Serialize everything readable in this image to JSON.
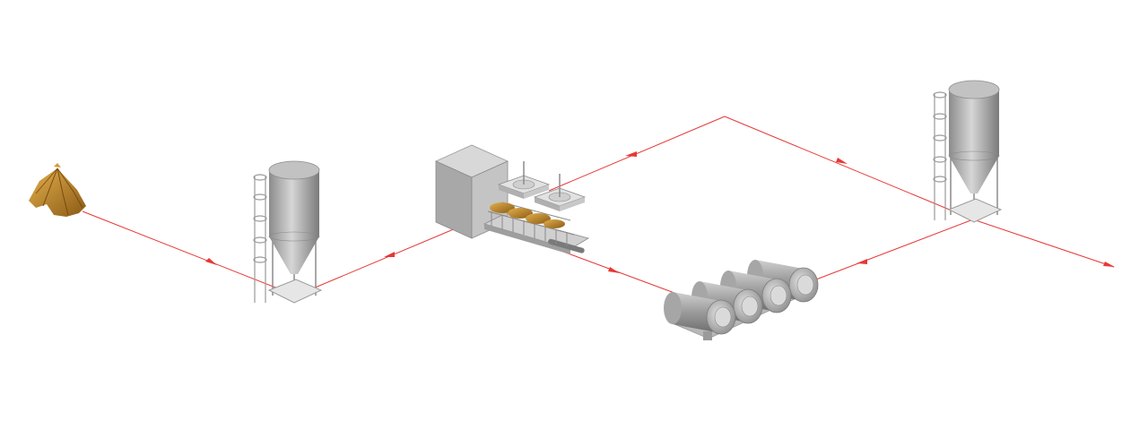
{
  "diagram": {
    "type": "isometric-process-flow",
    "background": "#ffffff",
    "flow_line_color": "#e53935",
    "equipment_color": "#9e9e9e",
    "product_color": "#c8902e",
    "components": [
      {
        "id": "raw-material",
        "icon": "tobacco-leaf-pile-icon"
      },
      {
        "id": "silo-1",
        "icon": "storage-silo-icon"
      },
      {
        "id": "processing-machine",
        "icon": "drying-conveyor-machine-icon"
      },
      {
        "id": "pressure-tanks",
        "icon": "horizontal-tank-group-icon"
      },
      {
        "id": "silo-2",
        "icon": "storage-silo-icon"
      }
    ]
  }
}
